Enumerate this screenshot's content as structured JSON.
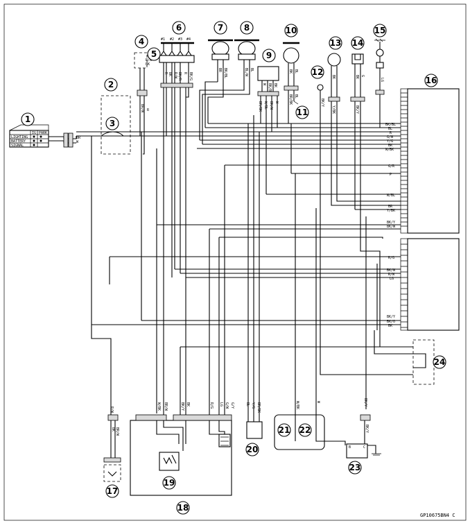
{
  "diagram": {
    "figure_code": "GP10675BN4 C",
    "callouts": [
      "1",
      "2",
      "3",
      "4",
      "5",
      "6",
      "7",
      "8",
      "9",
      "10",
      "11",
      "12",
      "13",
      "14",
      "15",
      "16",
      "17",
      "18",
      "19",
      "20",
      "21",
      "22",
      "23",
      "24"
    ],
    "coil_labels": [
      "#1",
      "#2",
      "#3",
      "#4"
    ],
    "switch_table": {
      "header": [
        "",
        "IG",
        "PARK"
      ],
      "rows": [
        "LIGHTING",
        "BATTERY",
        "SIGNAL"
      ]
    },
    "wire_labels": {
      "left_main": [
        "BR",
        "W"
      ],
      "c4": [
        "R/W",
        "BK"
      ],
      "c4_down": [
        "BR/W",
        "R"
      ],
      "c5_top": [
        "BR",
        "BK"
      ],
      "coil_down": [
        "R",
        "BK",
        "R/W",
        "BK/R",
        "R",
        "BK/G"
      ],
      "c7": [
        "BR",
        "BK/BL"
      ],
      "c8": [
        "BL/W",
        "BL"
      ],
      "c9": [
        "W",
        "BK/BL",
        "BK"
      ],
      "c9_down": [
        "BR/BK",
        "W/BL",
        "BK/W",
        "W"
      ],
      "c10": [
        "BK",
        "BL"
      ],
      "c10_down": [
        "BR/BK",
        "BL"
      ],
      "c12": [
        "BK/Y"
      ],
      "c13": [
        "BK",
        "Y/BK"
      ],
      "c14": [
        "BK",
        "BK/Y",
        "G"
      ],
      "c15": [
        "LG"
      ],
      "ecu_top": [
        "BK/BL",
        "BL",
        "R",
        "G/W",
        "Y/G",
        "BK",
        "W/BK",
        "G/R",
        "P",
        "W/BL",
        "BR",
        "Y/BK",
        "BK/Y",
        "BK/W"
      ],
      "ecu_bottom": [
        "R/G",
        "BK/W",
        "R/W",
        "LG",
        "BK/Y",
        "BK/O",
        "BK"
      ],
      "c17": [
        "R/W",
        "BK",
        "BR/W"
      ],
      "c18": [
        "W/BK",
        "BR/W",
        "BK/Y",
        "BK",
        "R/G",
        "LG",
        "G/W",
        "G/Y"
      ],
      "c20": [
        "BL",
        "Y/G",
        "BR/BK"
      ],
      "c21": [
        "W/BK",
        "W"
      ],
      "c23": [
        "BK/Y",
        "BK/Y"
      ],
      "pins_23": [
        "B",
        "C"
      ]
    }
  }
}
